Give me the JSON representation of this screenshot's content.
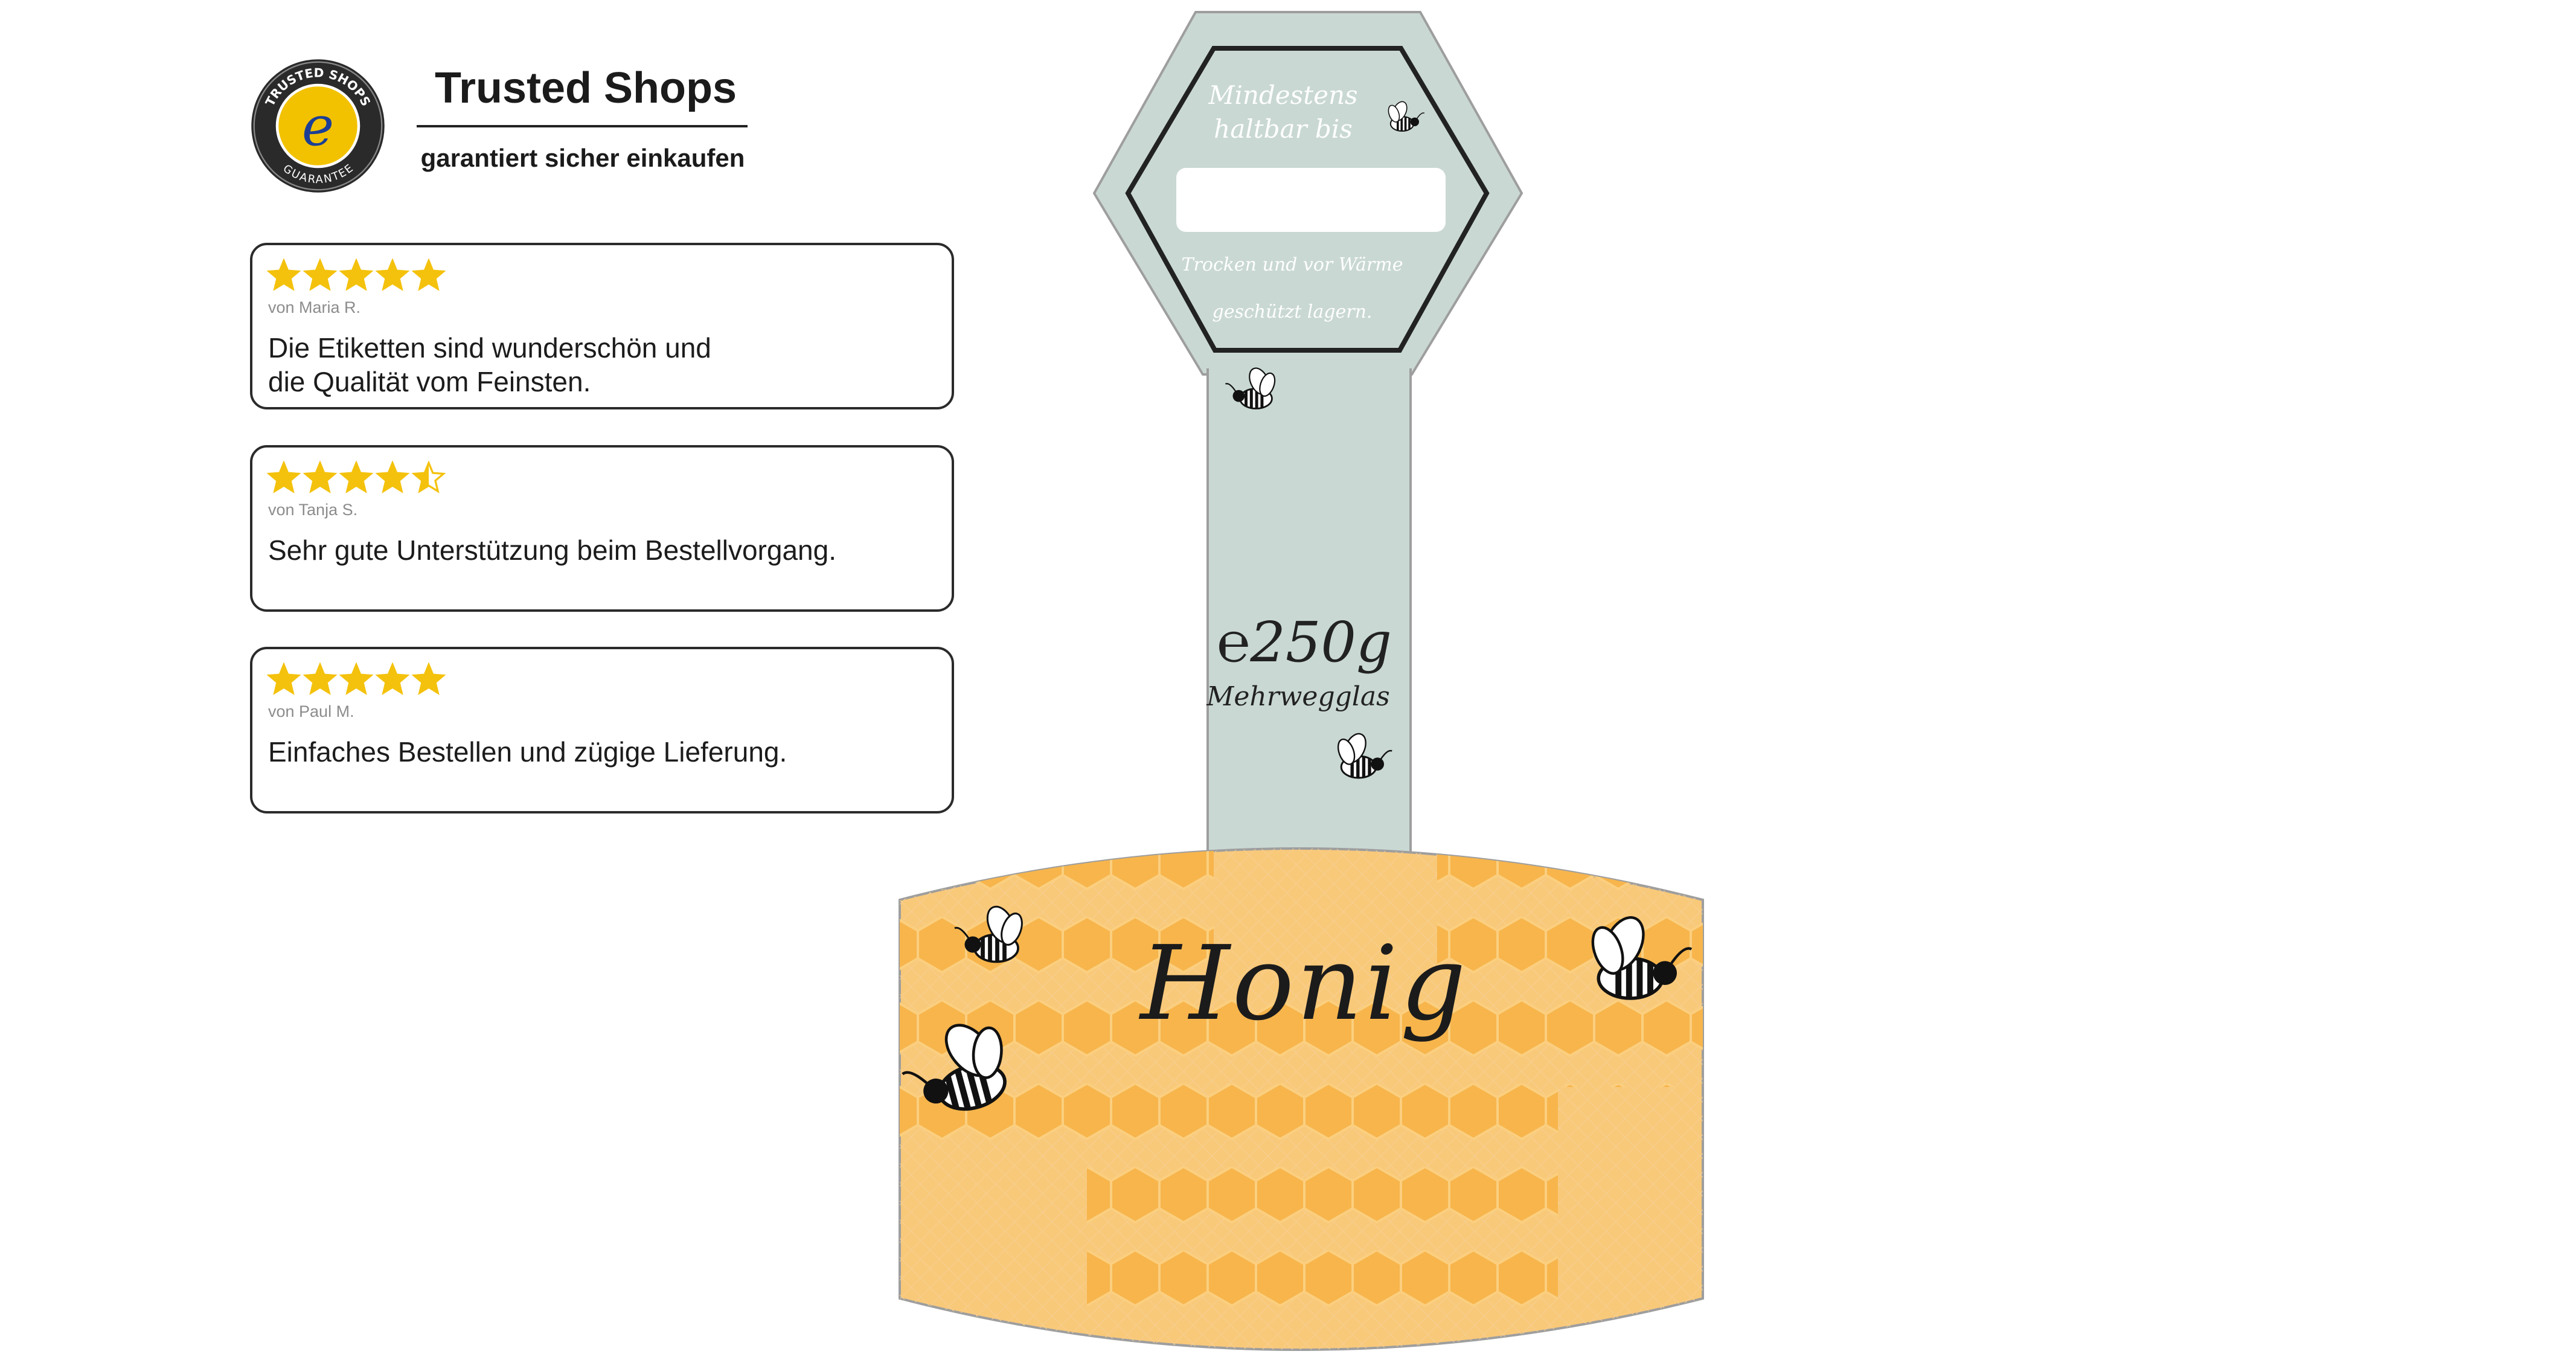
{
  "trusted_shops": {
    "title": "Trusted Shops",
    "subtitle": "garantiert sicher einkaufen",
    "seal_text": "TRUSTED SHOPS GUARANTEE",
    "seal_letter": "e",
    "seal_colors": {
      "ring": "#2a2a2a",
      "center": "#f2c200",
      "letter": "#1c3f95"
    }
  },
  "reviews": [
    {
      "rating": 5,
      "author": "von Maria R.",
      "text": "Die Etiketten sind wunderschön und\ndie Qualität vom Feinsten."
    },
    {
      "rating": 4.5,
      "author": "von Tanja S.",
      "text": "Sehr gute Unterstützung beim Bestellvorgang."
    },
    {
      "rating": 5,
      "author": "von Paul M.",
      "text": "Einfaches Bestellen und zügige Lieferung."
    }
  ],
  "label": {
    "best_before": "Mindestens\nhaltbar bis",
    "best_before_value": "",
    "storage_note": "Trocken und vor Wärme\ngeschützt lagern.",
    "weight": "℮250g",
    "container": "Mehrwegglas",
    "product_name": "Honig",
    "colors": {
      "sage": "#c9d8d3",
      "honey": "#f7b54c",
      "honey_light": "#fbcf7f",
      "outline": "#9e9e9e",
      "star": "#f4c20d"
    }
  }
}
